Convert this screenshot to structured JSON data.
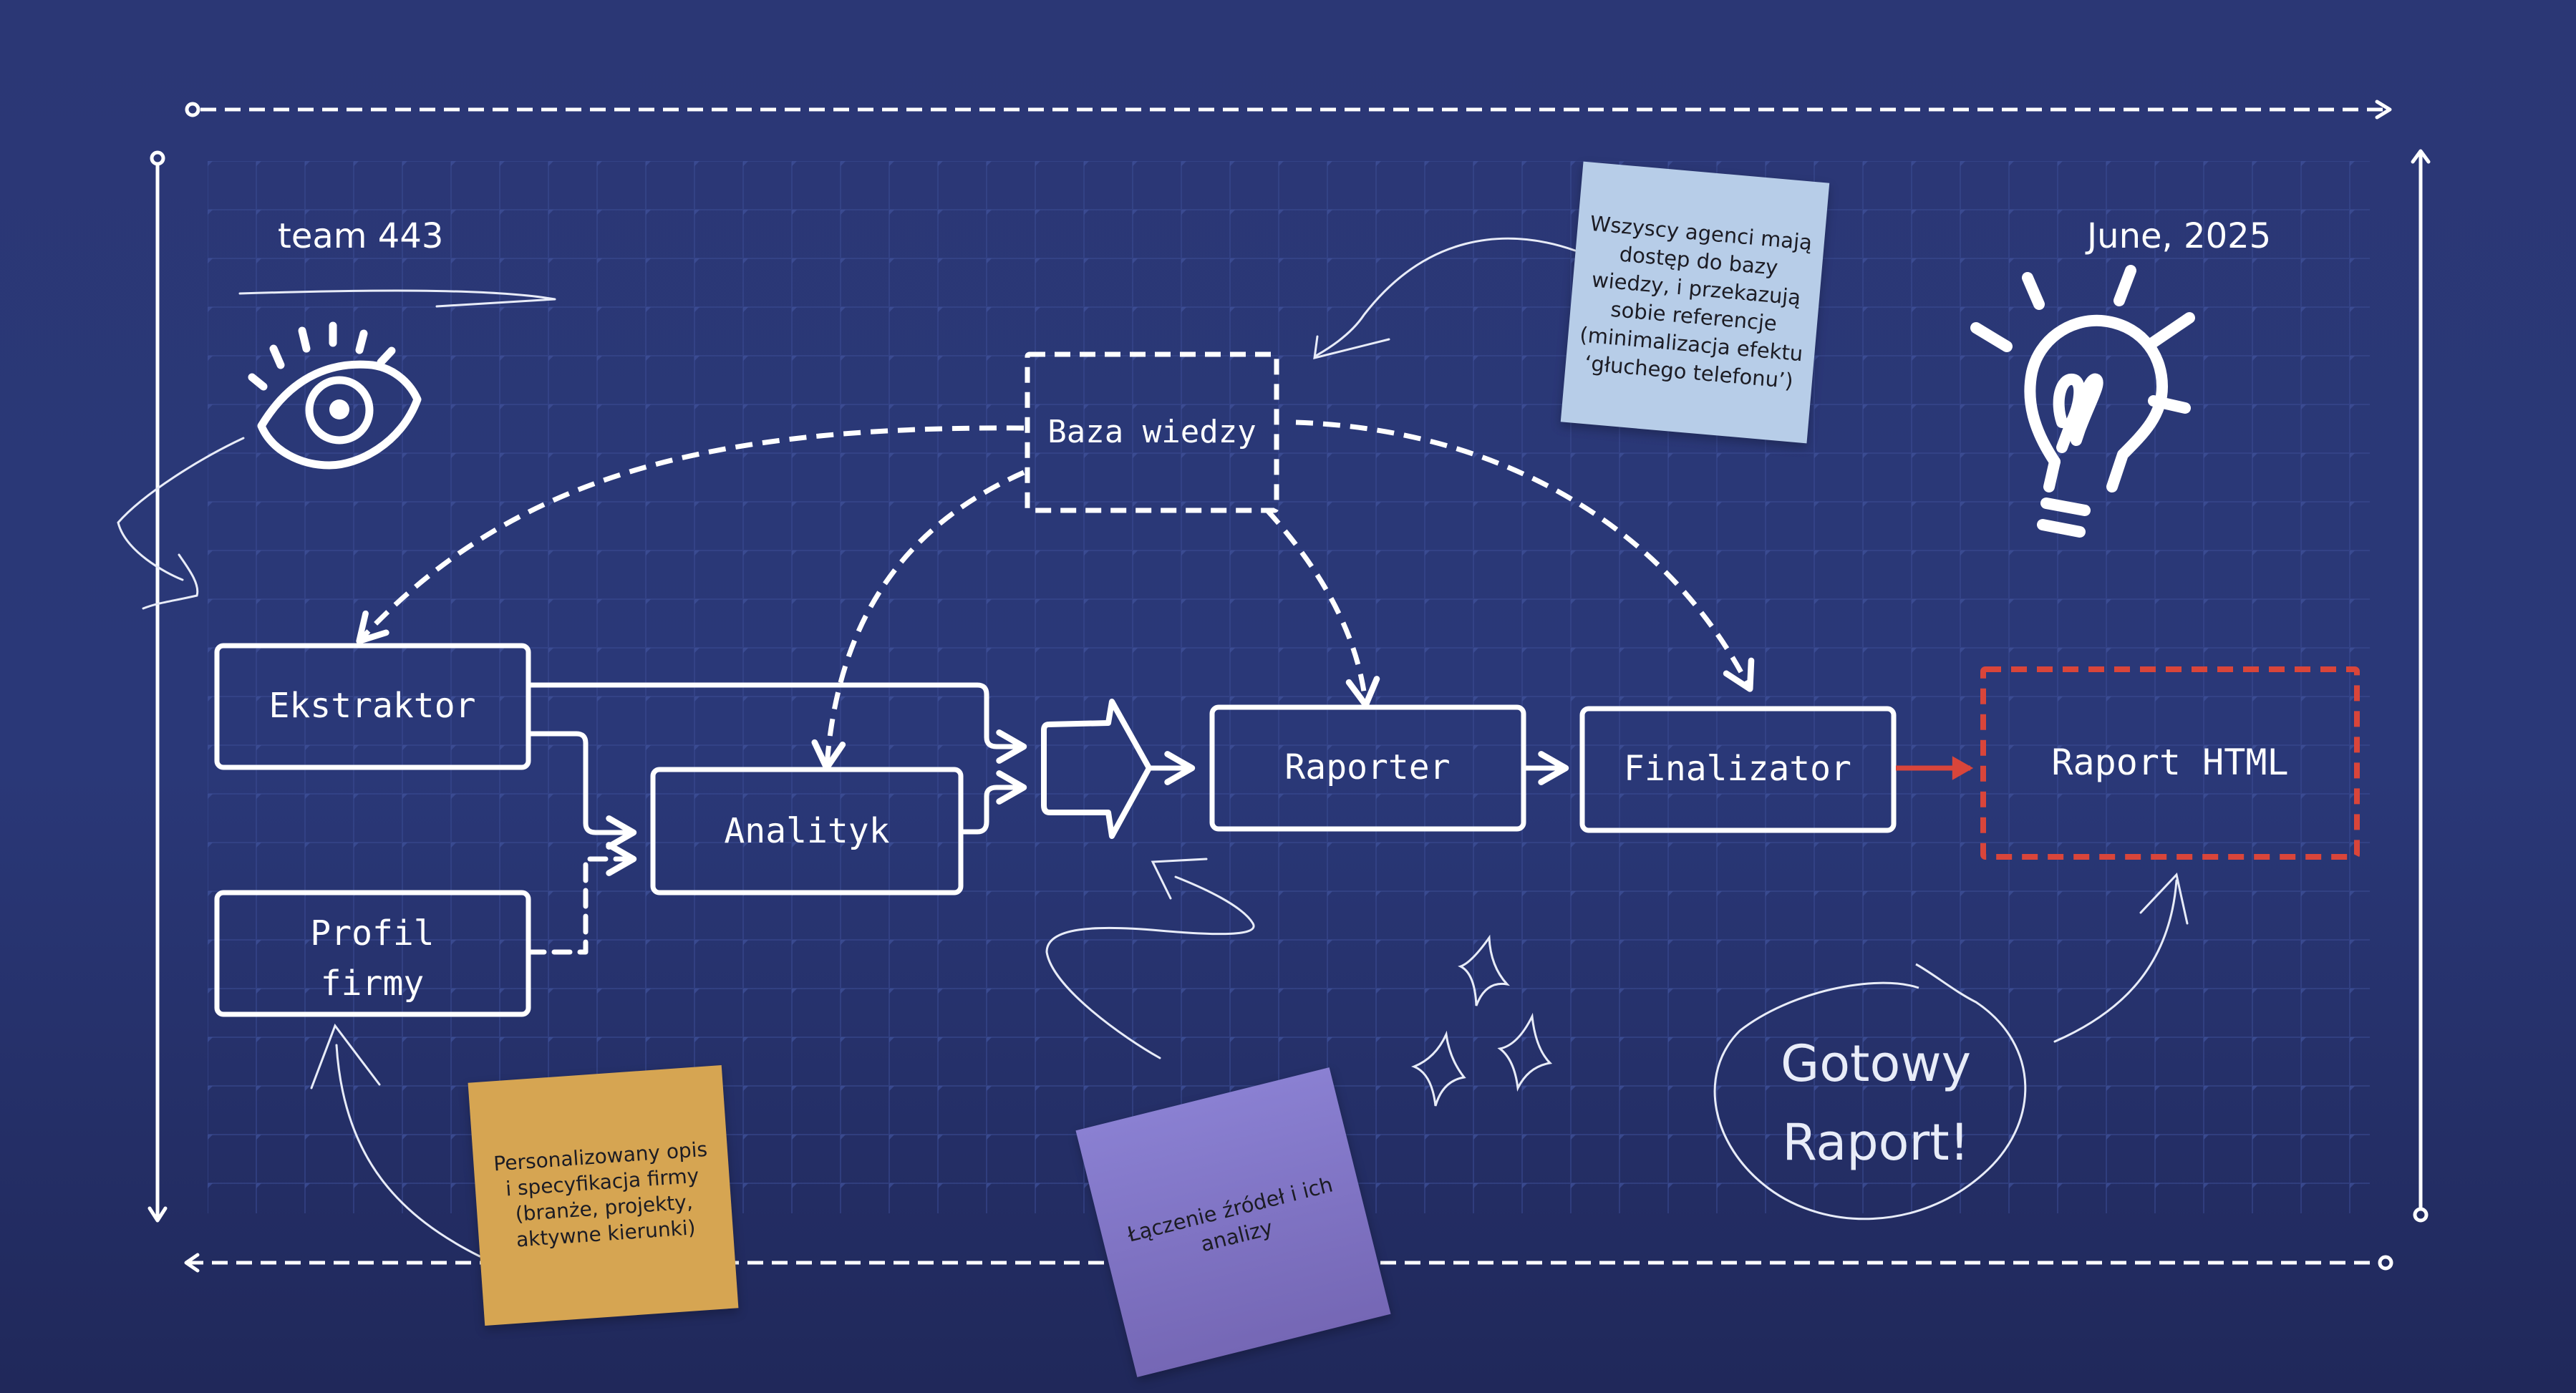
{
  "header": {
    "team": "team 443",
    "date": "June, 2025"
  },
  "nodes": {
    "knowledge_base": "Baza wiedzy",
    "extractor": "Ekstraktor",
    "company_profile_line1": "Profil",
    "company_profile_line2": "firmy",
    "analyst": "Analityk",
    "reporter": "Raporter",
    "finalizer": "Finalizator",
    "html_report": "Raport HTML"
  },
  "notes": {
    "knowledge_base_note": "Wszyscy agenci mają\ndostęp do bazy\nwiedzy, i przekazują\nsobie referencje\n(minimalizacja efektu\n‘głuchego telefonu’)",
    "profile_note": "Personalizowany opis\ni specyfikacja firmy\n(branże, projekty,\naktywne kierunki)",
    "merge_note": "Łączenie źródeł i ich\nanalizy"
  },
  "callout": {
    "line1": "Gotowy",
    "line2": "Raport!"
  },
  "icons": {
    "eye": "eye-icon",
    "lightbulb": "lightbulb-icon",
    "sparkles": "sparkles-icon",
    "merge": "merge-arrow-icon"
  },
  "colors": {
    "background": "#2a3878",
    "line": "#ffffff",
    "accent_red": "#d9453a",
    "grid": "#3a4a92",
    "note_blue": "#b7cde8",
    "note_orange": "#d6a552",
    "note_purple": "#8078c6"
  }
}
